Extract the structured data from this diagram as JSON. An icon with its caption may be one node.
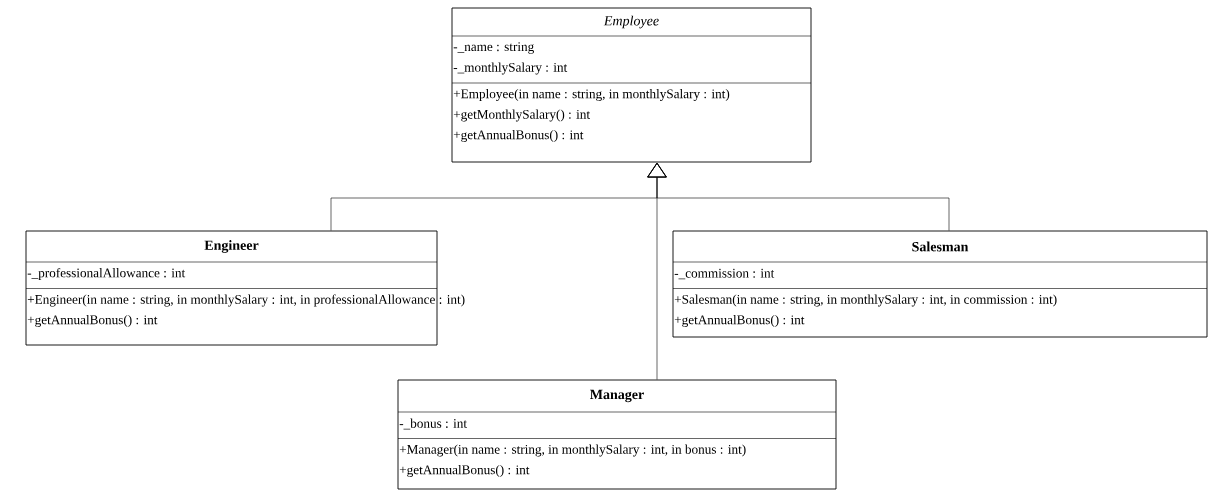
{
  "diagram": {
    "nodes": [
      {
        "text": [
          "Employee",
          "-_name : string",
          "-_monthlySalary : int",
          "+Employee(in name : string, in monthlySalary : int)",
          "+getMonthlySalary() : int",
          "+getAnnualBonus() : int"
        ]
      },
      {
        "text": [
          "Engineer",
          "-_professionalAllowance : int",
          "+Engineer(in name : string, in monthlySalary : int, in professionalAllowance : int)",
          "+getAnnualBonus() : int"
        ]
      },
      {
        "text": [
          "Salesman",
          "-_commission : int",
          "+Salesman(in name : string, in monthlySalary : int, in commission : int)",
          "+getAnnualBonus() : int"
        ]
      },
      {
        "text": [
          "Manager",
          "-_bonus : int",
          "+Manager(in name : string, in monthlySalary : int, in bonus : int)",
          "+getAnnualBonus() : int"
        ]
      }
    ],
    "edges": [
      {
        "from": 1,
        "to": 0,
        "arrow": "to"
      },
      {
        "from": 2,
        "to": 0,
        "arrow": "to"
      },
      {
        "from": 3,
        "to": 0,
        "arrow": "to"
      }
    ]
  }
}
